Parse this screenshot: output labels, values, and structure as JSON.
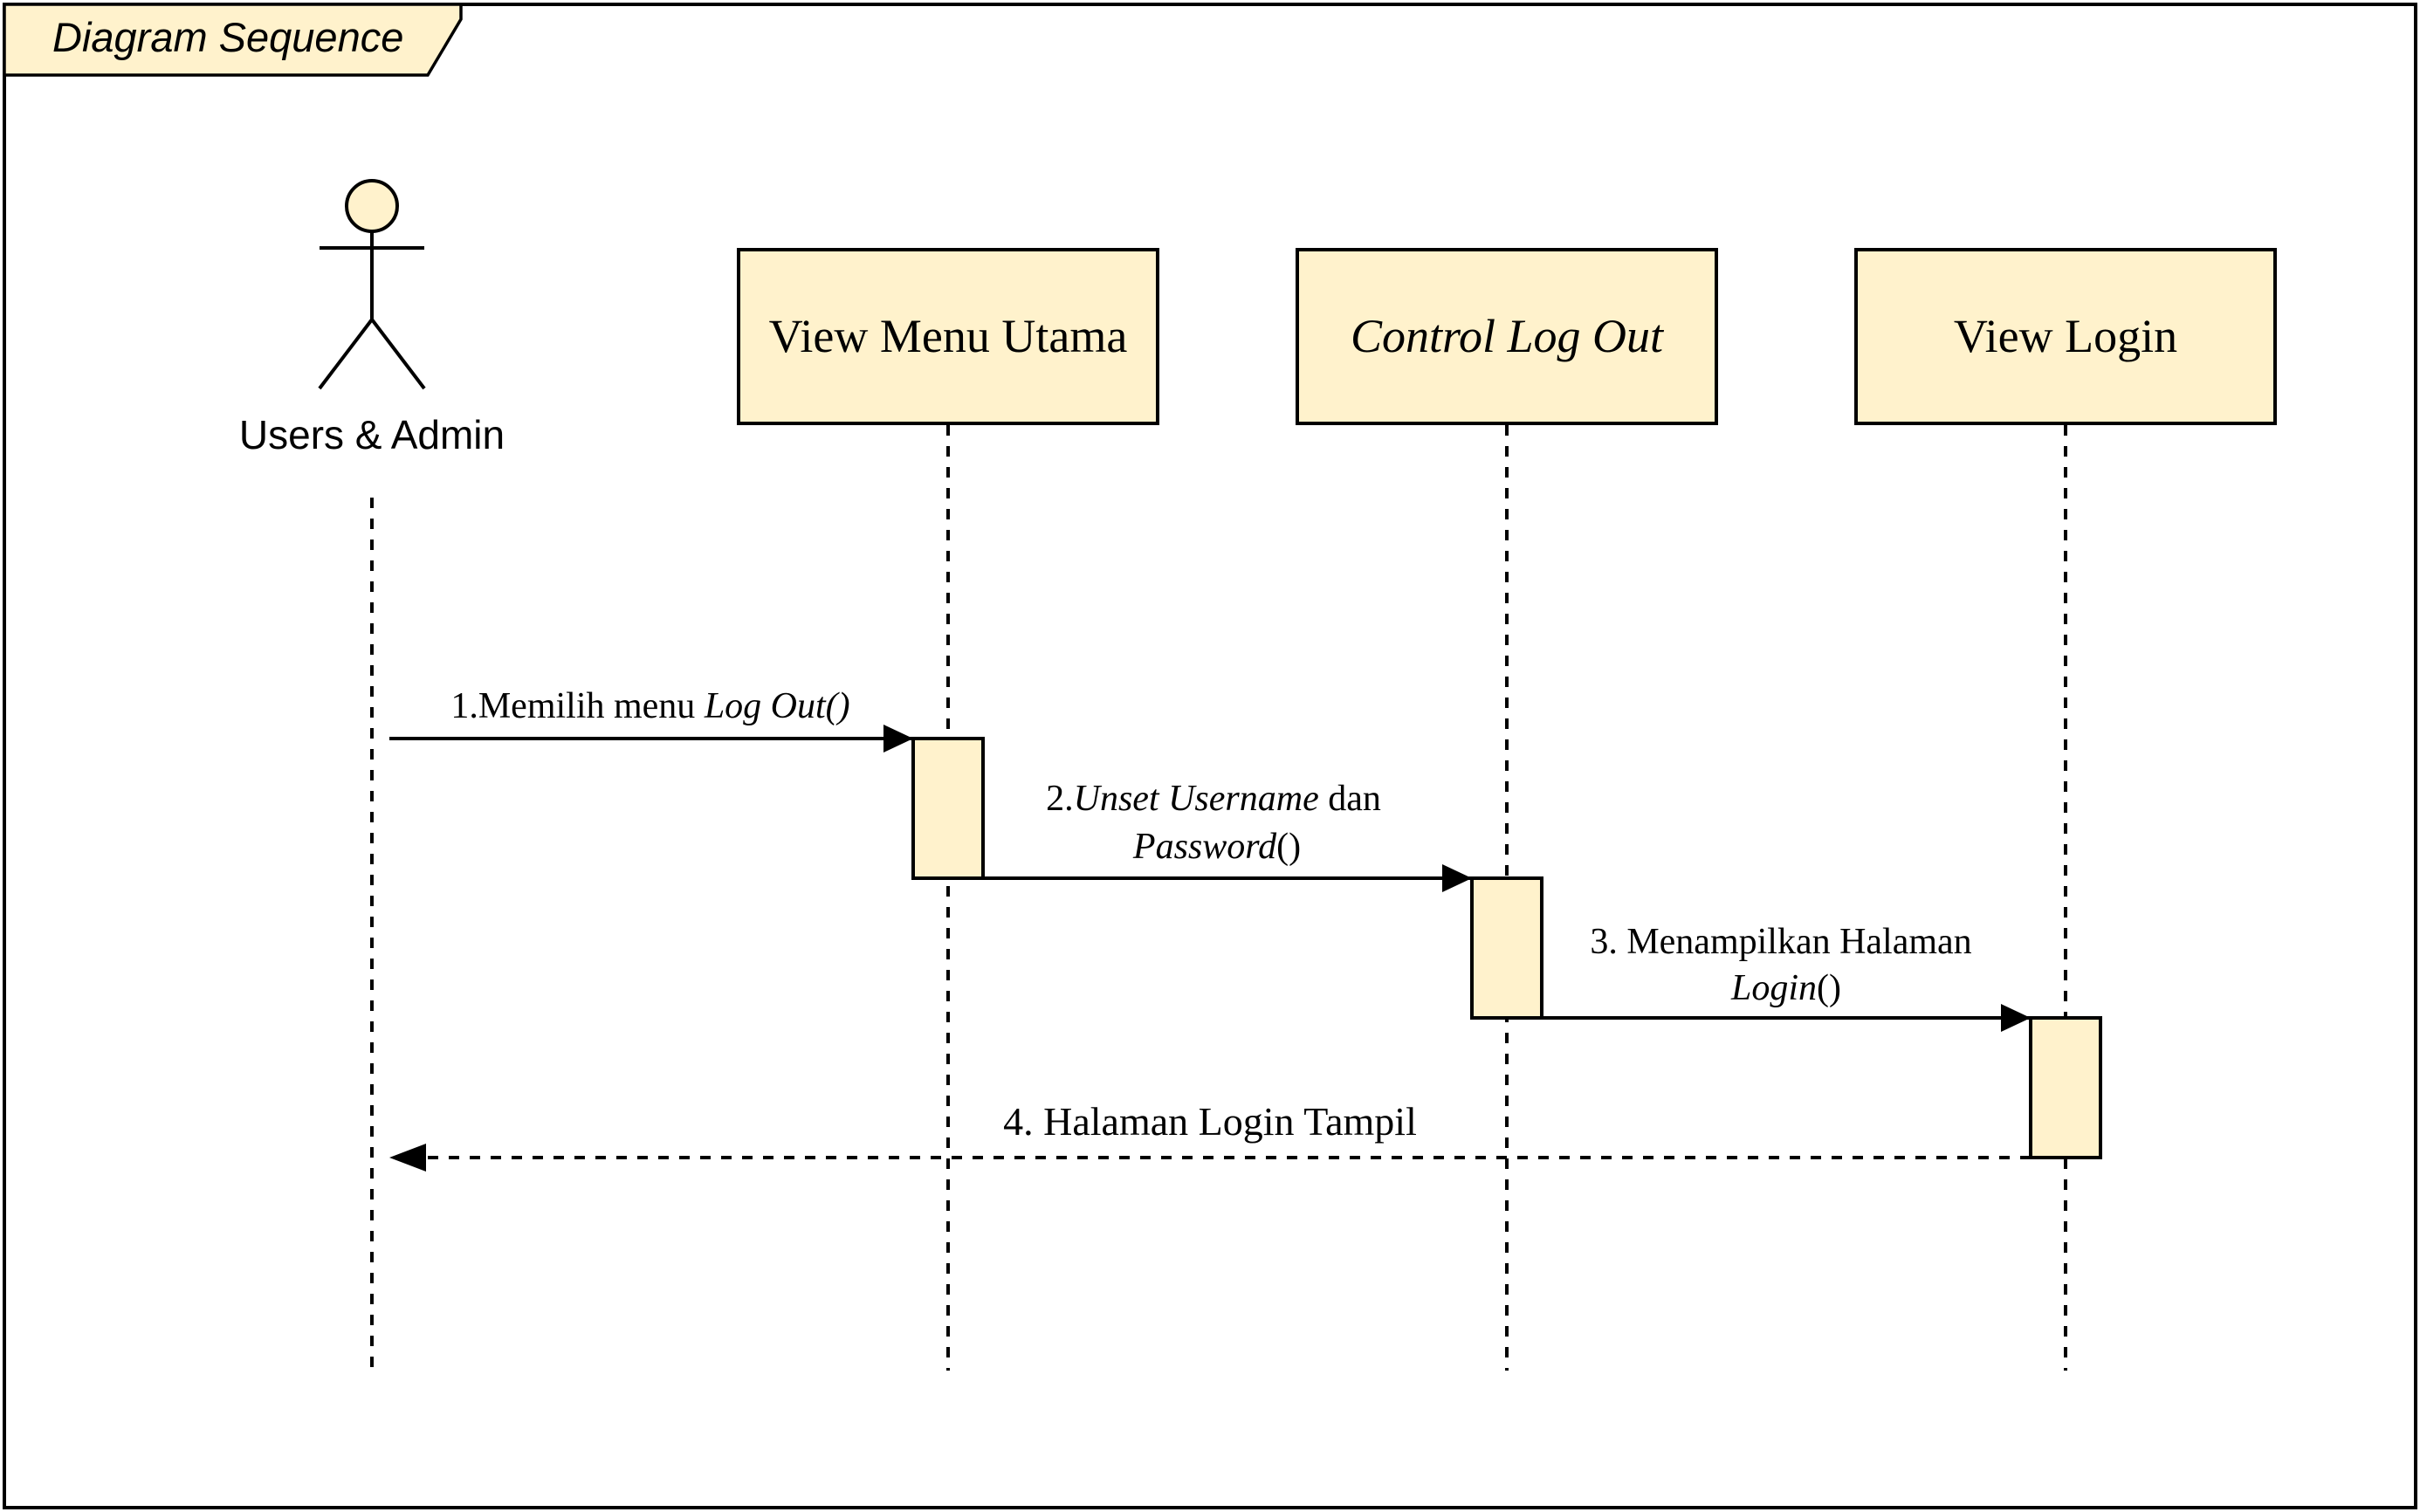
{
  "frame": {
    "title": "Diagram Sequence"
  },
  "actor": {
    "label": "Users & Admin"
  },
  "lifelines": [
    {
      "label": "View Menu Utama",
      "italic": false
    },
    {
      "label": "Control Log Out",
      "italic": true
    },
    {
      "label": "View Login",
      "italic": false
    }
  ],
  "messages": [
    {
      "number": "1.",
      "text_plain": "Memilih menu ",
      "text_italic": "Log Out()"
    },
    {
      "number": "2.",
      "italic_1": "Unset Username",
      "plain_1": " dan",
      "italic_2": "Password",
      "plain_2": "()"
    },
    {
      "number": "3. ",
      "plain_1": "Menampilkan Halaman",
      "italic_2": "Login",
      "plain_2": "()"
    },
    {
      "text": "4. Halaman Login Tampil"
    }
  ],
  "colors": {
    "fill": "#fff2cc",
    "stroke": "#000000"
  }
}
